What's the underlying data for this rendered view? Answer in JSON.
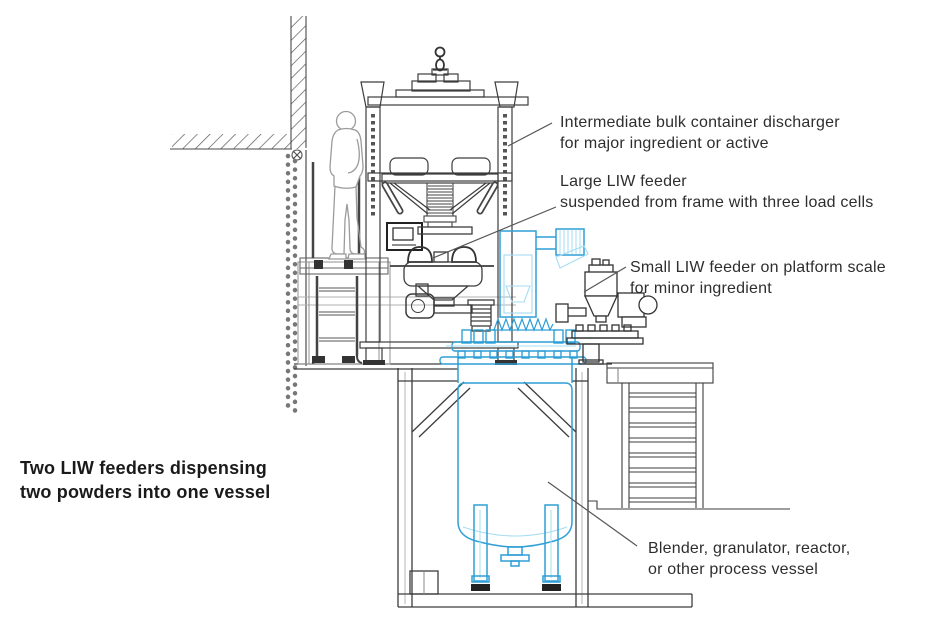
{
  "figure": {
    "caption": {
      "line1": "Two LIW feeders dispensing",
      "line2": "two powders into one vessel"
    },
    "annotations": {
      "ibc": {
        "line1": "Intermediate bulk container discharger",
        "line2": "for major ingredient or active"
      },
      "large_feeder": {
        "line1": "Large LIW feeder",
        "line2": "suspended from frame with three load cells"
      },
      "small_feeder": {
        "line1": "Small LIW feeder on platform scale",
        "line2": "for minor ingredient"
      },
      "vessel": {
        "line1": "Blender, granulator, reactor,",
        "line2": "or other process vessel"
      }
    },
    "colors": {
      "line": "#3d3d3d",
      "light_line": "#9b9b9b",
      "blue": "#2f9fd6",
      "light_blue": "#a5dcf2",
      "text": "#2e2e2e"
    }
  }
}
